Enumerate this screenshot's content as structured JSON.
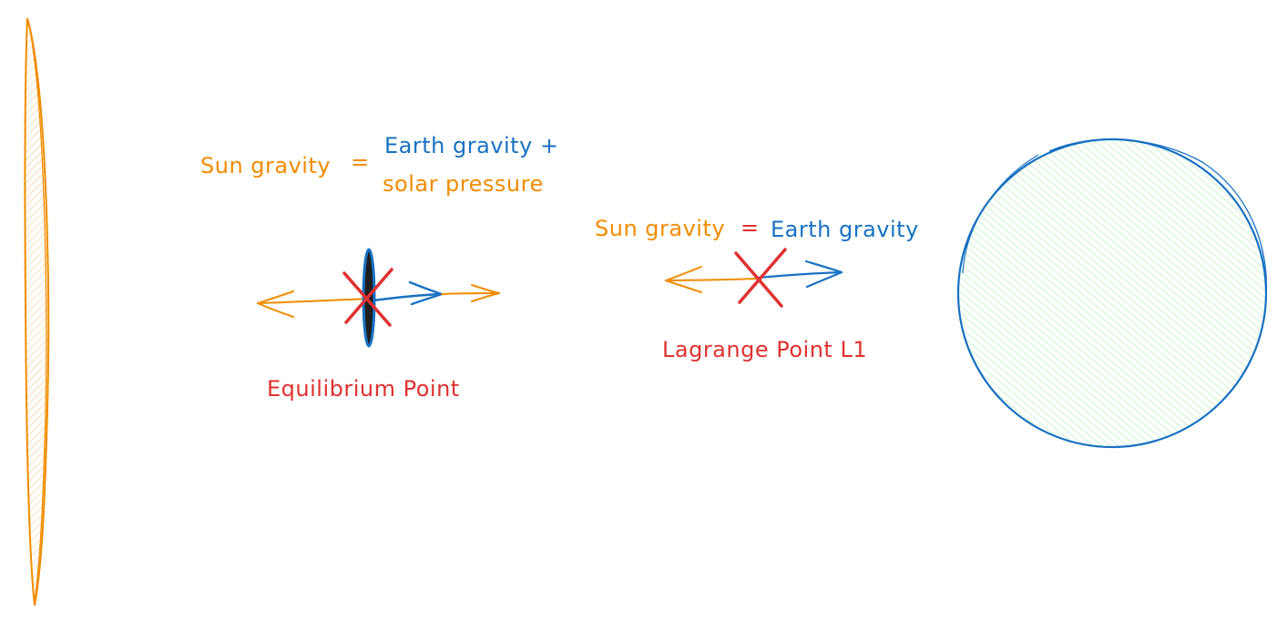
{
  "colors": {
    "orange": "#f08c00",
    "blue": "#1971c2",
    "red": "#e03131",
    "green_fill": "#b2f2bb",
    "dark": "#1e1e1e"
  },
  "labels": {
    "eq_sun_gravity": "Sun gravity",
    "eq_equals": "=",
    "eq_earth_gravity": "Earth gravity +",
    "eq_solar_pressure": "solar pressure",
    "l1_sun_gravity": "Sun gravity",
    "l1_equals": "=",
    "l1_earth_gravity": "Earth gravity",
    "equilibrium_point": "Equilibrium Point",
    "lagrange_point": "Lagrange Point L1"
  },
  "icons": {
    "sun": "sun-edge-icon",
    "earth": "earth-circle-icon",
    "sail": "solar-sail-icon",
    "cross": "x-mark-icon",
    "arrow": "arrow-icon"
  }
}
